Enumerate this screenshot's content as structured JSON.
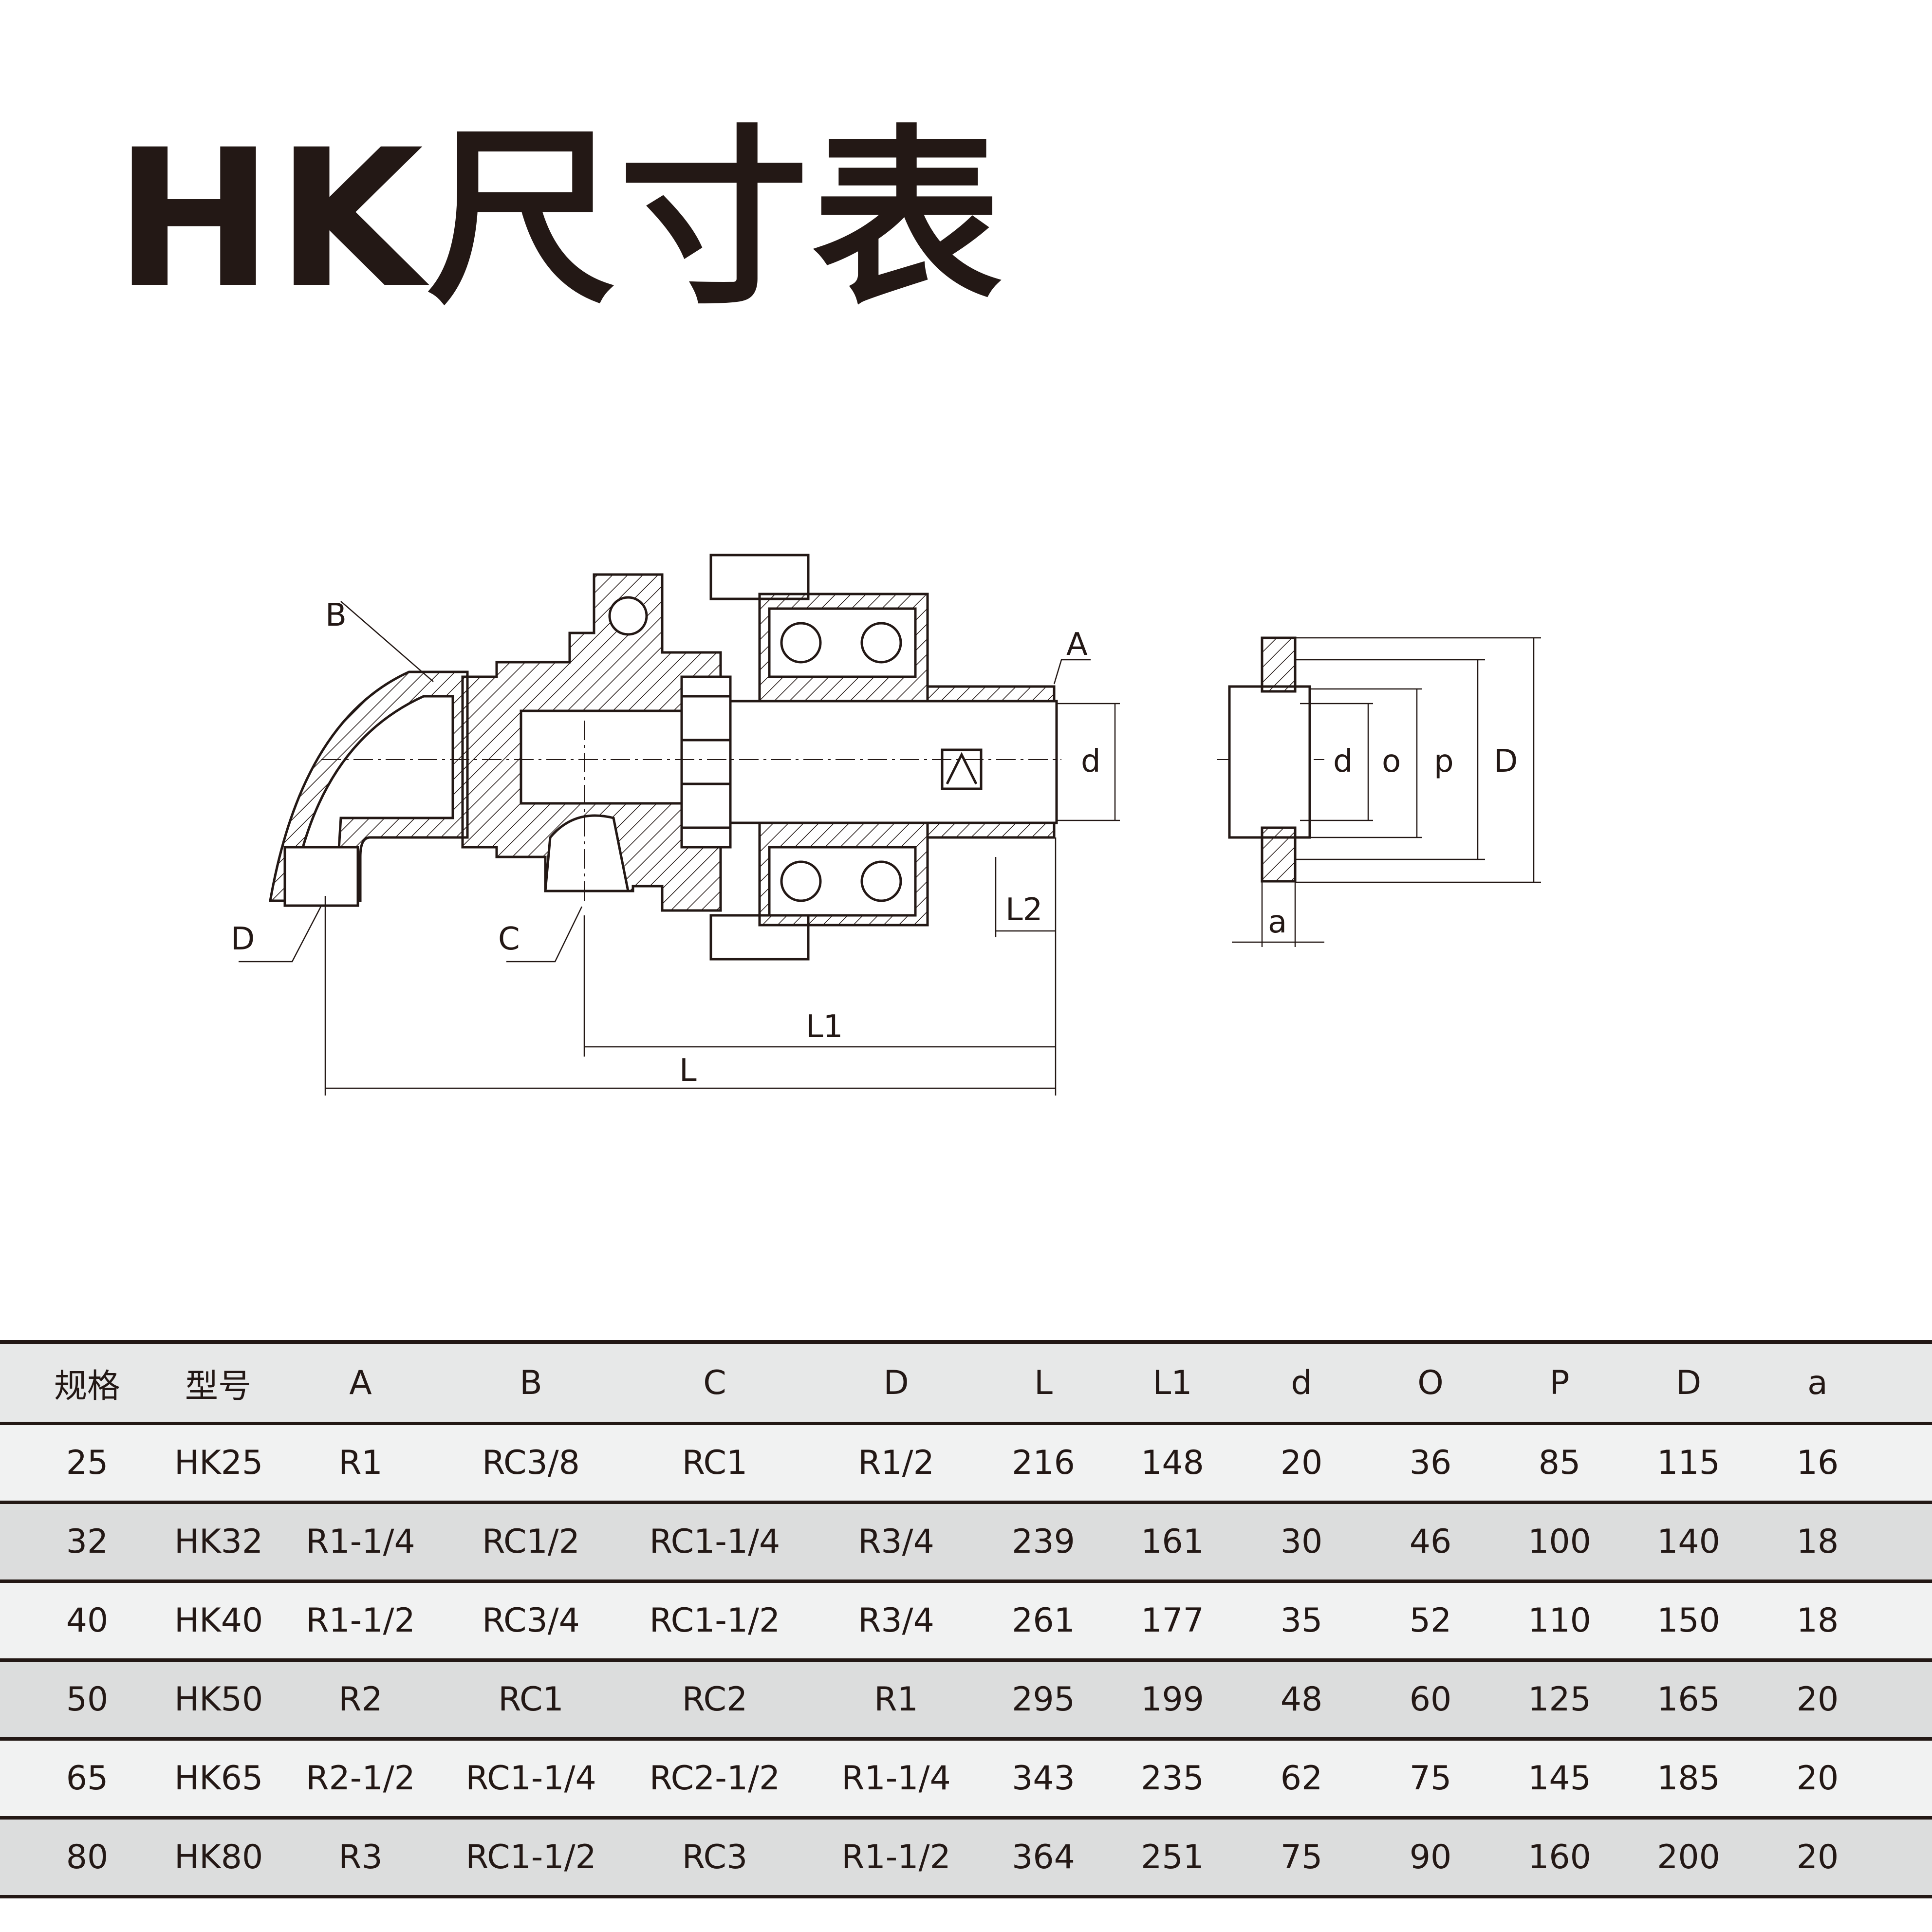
{
  "title": "HK尺寸表",
  "diagram": {
    "labels": {
      "B": "B",
      "A": "A",
      "D_port": "D",
      "C": "C",
      "d_main": "d",
      "L2": "L2",
      "L1": "L1",
      "L": "L",
      "flange_d": "d",
      "flange_o": "o",
      "flange_p": "p",
      "flange_D": "D",
      "flange_a": "a"
    },
    "colors": {
      "line": "#231815",
      "hatch": "#231815"
    }
  },
  "table": {
    "headers": [
      "规格",
      "型号",
      "A",
      "B",
      "C",
      "D",
      "L",
      "L1",
      "d",
      "O",
      "P",
      "D",
      "a"
    ],
    "rows": [
      [
        "25",
        "HK25",
        "R1",
        "RC3/8",
        "RC1",
        "R1/2",
        "216",
        "148",
        "20",
        "36",
        "85",
        "115",
        "16"
      ],
      [
        "32",
        "HK32",
        "R1-1/4",
        "RC1/2",
        "RC1-1/4",
        "R3/4",
        "239",
        "161",
        "30",
        "46",
        "100",
        "140",
        "18"
      ],
      [
        "40",
        "HK40",
        "R1-1/2",
        "RC3/4",
        "RC1-1/2",
        "R3/4",
        "261",
        "177",
        "35",
        "52",
        "110",
        "150",
        "18"
      ],
      [
        "50",
        "HK50",
        "R2",
        "RC1",
        "RC2",
        "R1",
        "295",
        "199",
        "48",
        "60",
        "125",
        "165",
        "20"
      ],
      [
        "65",
        "HK65",
        "R2-1/2",
        "RC1-1/4",
        "RC2-1/2",
        "R1-1/4",
        "343",
        "235",
        "62",
        "75",
        "145",
        "185",
        "20"
      ],
      [
        "80",
        "HK80",
        "R3",
        "RC1-1/2",
        "RC3",
        "R1-1/2",
        "364",
        "251",
        "75",
        "90",
        "160",
        "200",
        "20"
      ]
    ]
  }
}
